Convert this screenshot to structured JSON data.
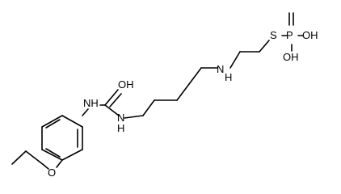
{
  "molecule": {
    "atoms": {
      "oh_top": "OH",
      "nh_left": "NH",
      "n_urea": "N",
      "h_urea": "H",
      "o_ether": "O",
      "n_amine": "N",
      "h_amine": "H",
      "s": "S",
      "p": "P",
      "oh_p_right": "OH",
      "oh_p_bottom": "OH"
    }
  }
}
